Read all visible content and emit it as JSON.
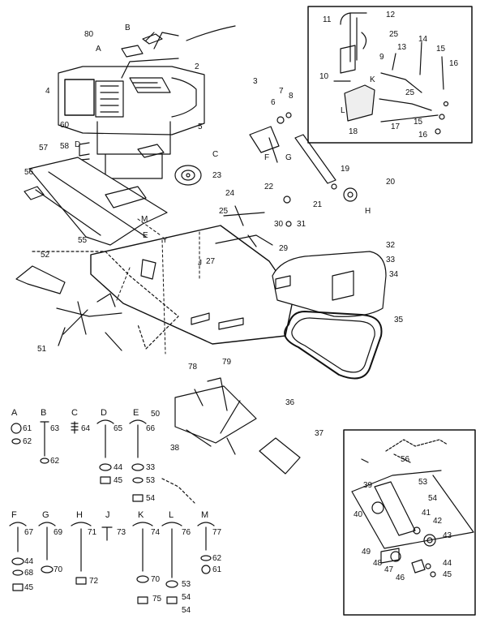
{
  "part_callouts": {
    "p2": "2",
    "p3": "3",
    "p4": "4",
    "p5": "5",
    "p6": "6",
    "p7": "7",
    "p8": "8",
    "p9": "9",
    "p10": "10",
    "p11": "11",
    "p12": "12",
    "p13": "13",
    "p14": "14",
    "p15": "15",
    "p16": "16",
    "p17": "17",
    "p18": "18",
    "p19": "19",
    "p20": "20",
    "p21": "21",
    "p22": "22",
    "p23": "23",
    "p24": "24",
    "p25": "25",
    "p27": "27",
    "p29": "29",
    "p30": "30",
    "p31": "31",
    "p32": "32",
    "p33": "33",
    "p34": "34",
    "p35": "35",
    "p36": "36",
    "p37": "37",
    "p38": "38",
    "p39": "39",
    "p40": "40",
    "p41": "41",
    "p42": "42",
    "p43": "43",
    "p44": "44",
    "p45": "45",
    "p46": "46",
    "p47": "47",
    "p48": "48",
    "p49": "49",
    "p50": "50",
    "p51": "51",
    "p52": "52",
    "p53": "53",
    "p54": "54",
    "p55": "55",
    "p56": "56",
    "p57": "57",
    "p58": "58",
    "p60": "60",
    "p61": "61",
    "p62": "62",
    "p63": "63",
    "p64": "64",
    "p65": "65",
    "p66": "66",
    "p67": "67",
    "p68": "68",
    "p69": "69",
    "p70": "70",
    "p71": "71",
    "p72": "72",
    "p73": "73",
    "p74": "74",
    "p75": "75",
    "p76": "76",
    "p77": "77",
    "p78": "78",
    "p79": "79",
    "p80": "80"
  },
  "letter_refs": {
    "A": "A",
    "B": "B",
    "C": "C",
    "D": "D",
    "E": "E",
    "F": "F",
    "G": "G",
    "H": "H",
    "J": "J",
    "K": "K",
    "L": "L",
    "M": "M",
    "Y": "Y"
  },
  "hardware_groups": [
    "A",
    "B",
    "C",
    "D",
    "E",
    "F",
    "G",
    "H",
    "J",
    "K",
    "L",
    "M"
  ]
}
